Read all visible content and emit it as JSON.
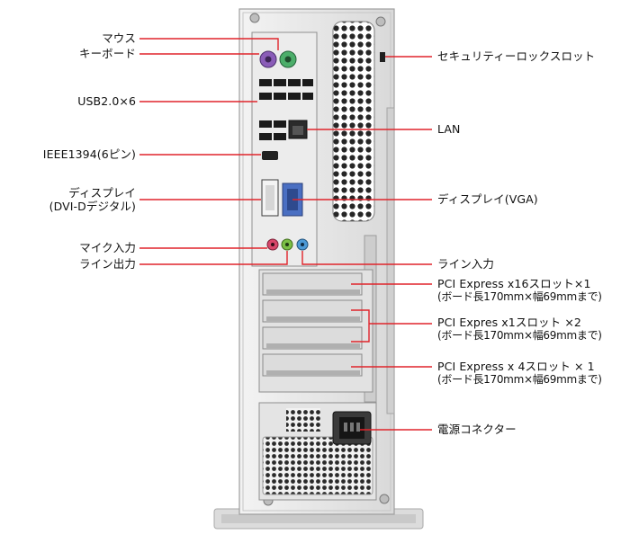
{
  "callouts_left": {
    "mouse": "マウス",
    "keyboard": "キーボード",
    "usb": "USB2.0×6",
    "ieee1394": "IEEE1394(6ピン)",
    "dvi_line1": "ディスプレイ",
    "dvi_line2": "(DVI-Dデジタル)",
    "mic_in": "マイク入力",
    "line_out": "ライン出力"
  },
  "callouts_right": {
    "security_slot": "セキュリティーロックスロット",
    "lan": "LAN",
    "vga": "ディスプレイ(VGA)",
    "line_in": "ライン入力",
    "pcie_x16_line1": "PCI Express x16スロット×1",
    "pcie_x16_line2": "(ボード長170mm×幅69mmまで)",
    "pcie_x1_line1": "PCI Expres x1スロット ×2",
    "pcie_x1_line2": "(ボード長170mm×幅69mmまで)",
    "pcie_x4_line1": "PCI Express x 4スロット × 1",
    "pcie_x4_line2": "(ボード長170mm×幅69mmまで)",
    "power_connector": "電源コネクター"
  },
  "colors": {
    "callout_line": "#e0242b",
    "chassis": "#e8e8e8",
    "chassis_edge": "#b9b9b9",
    "ps2_mouse": "#8a5cb8",
    "ps2_keyboard": "#4cae6a",
    "audio_pink": "#d8476a",
    "audio_green": "#7bbf45",
    "audio_blue": "#4d9ad6",
    "vga_blue": "#4a6fc2"
  }
}
